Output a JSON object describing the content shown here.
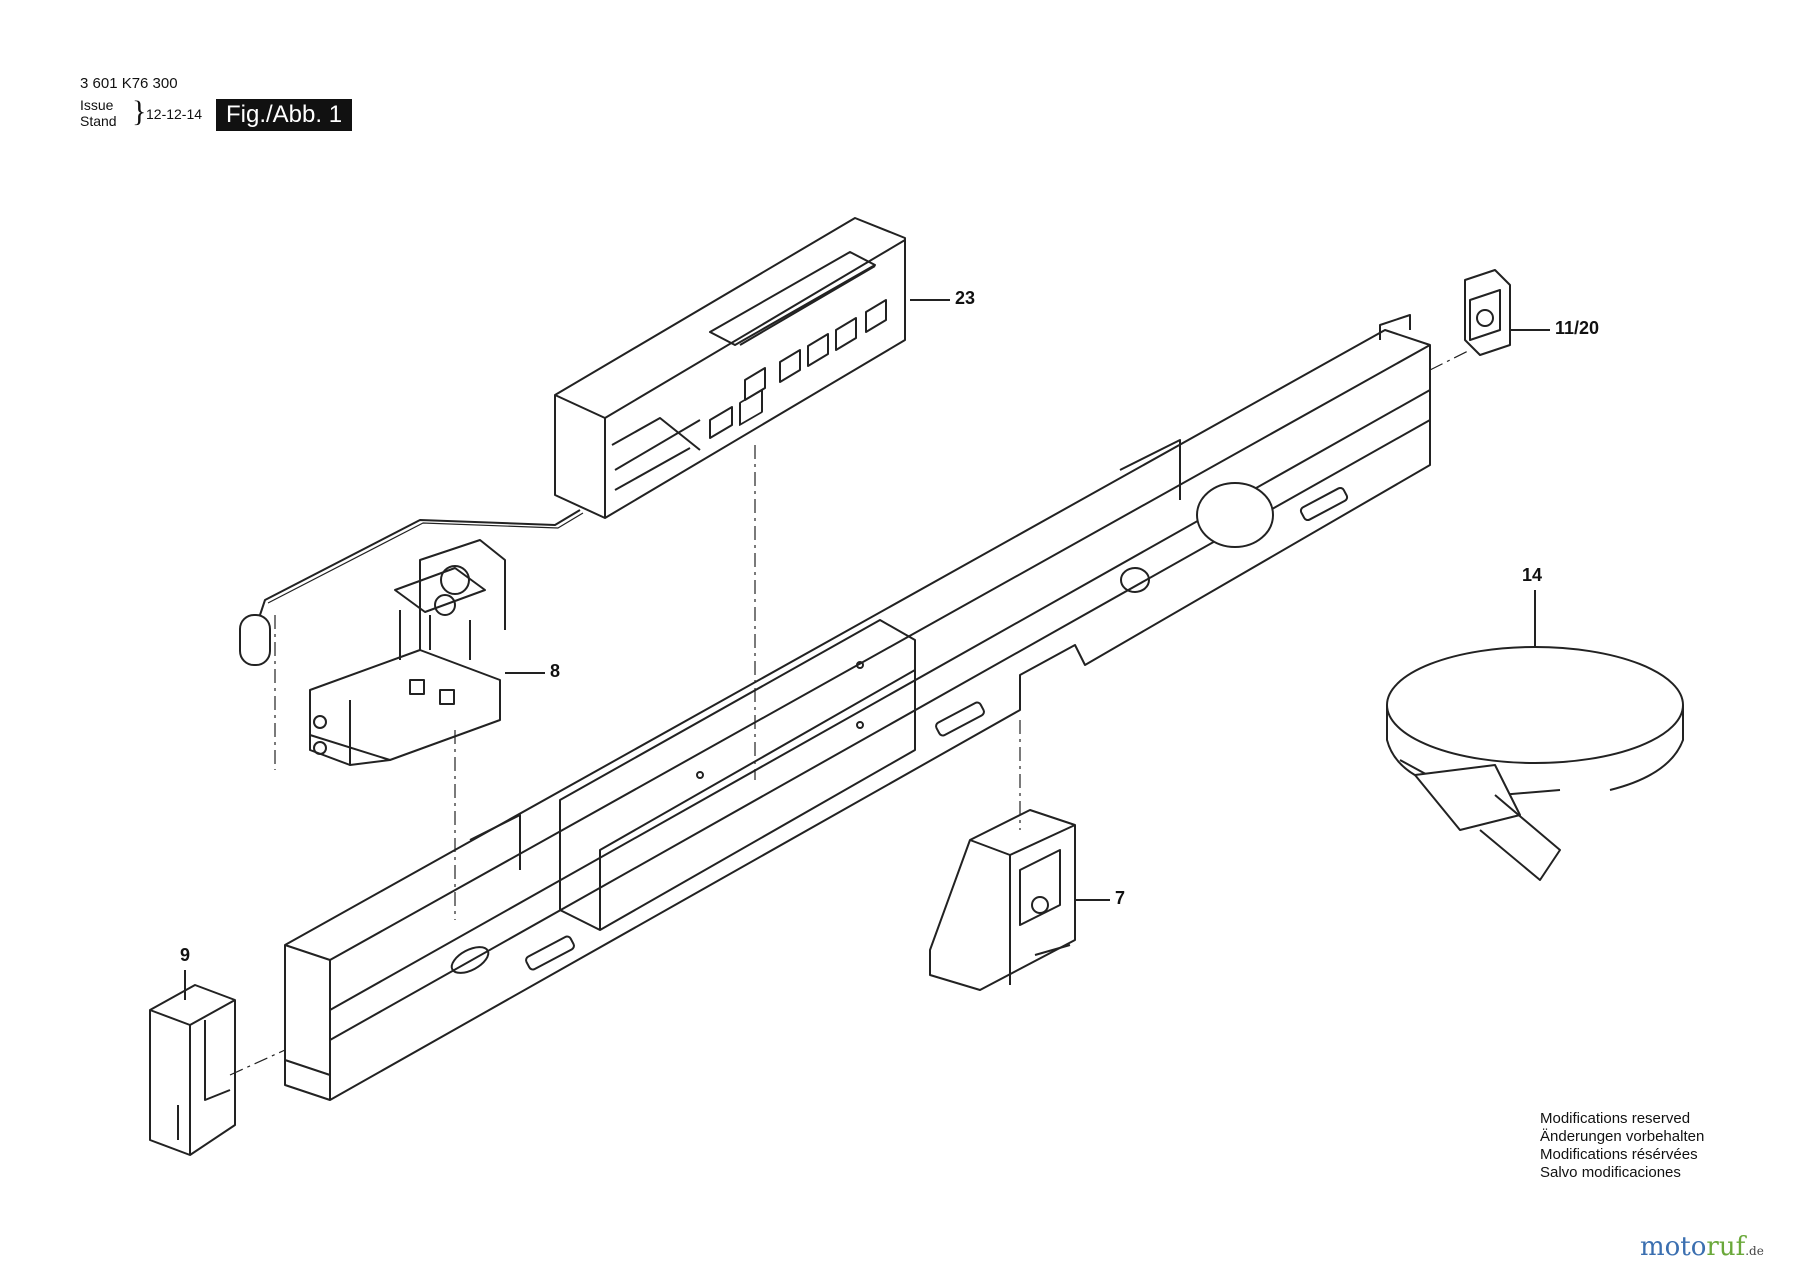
{
  "header": {
    "part_number": "3 601 K76 300",
    "issue_label": "Issue",
    "stand_label": "Stand",
    "date": "12-12-14",
    "figure_label": "Fig./Abb. 1"
  },
  "callouts": {
    "c23": "23",
    "c11_20": "11/20",
    "c14": "14",
    "c8": "8",
    "c7": "7",
    "c9": "9"
  },
  "notes": [
    "Modifications reserved",
    "Änderungen vorbehalten",
    "Modifications résérvées",
    "Salvo modificaciones"
  ],
  "watermark": {
    "part1": "moto",
    "part2": "ruf",
    "suffix": ".de"
  },
  "colors": {
    "line": "#222222",
    "watermark_blue": "#3b6fb0",
    "watermark_green": "#6aa83a"
  }
}
